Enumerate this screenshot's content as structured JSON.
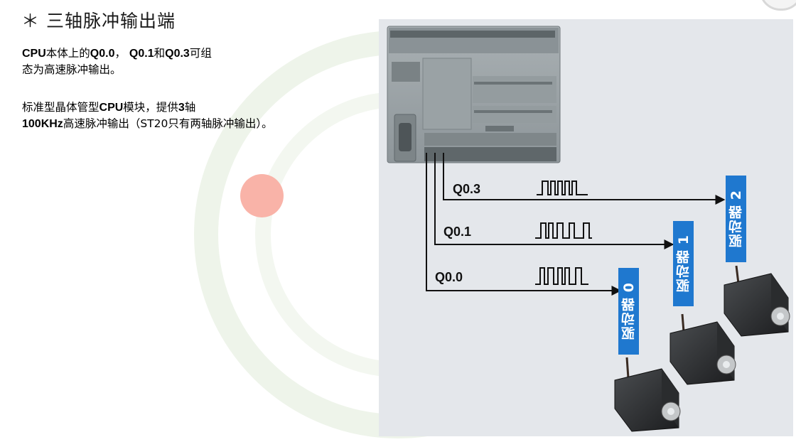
{
  "slide": {
    "title": "＊ 三轴脉冲输出端",
    "paragraph1": {
      "line1": [
        {
          "text": "CPU",
          "bold": true
        },
        {
          "text": "本体上的",
          "bold": false
        },
        {
          "text": "Q0.0",
          "bold": true
        },
        {
          "text": "，  ",
          "bold": false
        },
        {
          "text": "Q0.1",
          "bold": true
        },
        {
          "text": "和",
          "bold": false
        },
        {
          "text": "Q0.3",
          "bold": true
        },
        {
          "text": "可组",
          "bold": false
        }
      ],
      "line2": [
        {
          "text": "态为高速脉冲输出。",
          "bold": false
        }
      ]
    },
    "paragraph2": {
      "line1": [
        {
          "text": "标准型晶体管型",
          "bold": false
        },
        {
          "text": "CPU",
          "bold": true
        },
        {
          "text": "模块，提供",
          "bold": false
        },
        {
          "text": "3",
          "bold": true
        },
        {
          "text": "轴",
          "bold": false
        }
      ],
      "line2": [
        {
          "text": "100KHz",
          "bold": true
        },
        {
          "text": "高速脉冲输出（ST20只有两轴脉冲输出）。",
          "bold": false
        }
      ]
    }
  },
  "diagram": {
    "outputs": [
      {
        "label": "Q0.3"
      },
      {
        "label": "Q0.1"
      },
      {
        "label": "Q0.0"
      }
    ],
    "drivers": [
      {
        "label": "驱动器 0"
      },
      {
        "label": "驱动器 1"
      },
      {
        "label": "驱动器 2"
      }
    ],
    "colors": {
      "driver_box": "#1f78cf",
      "diagram_background": "#e4e7eb",
      "laser_pointer": "#f9b3a8"
    }
  }
}
